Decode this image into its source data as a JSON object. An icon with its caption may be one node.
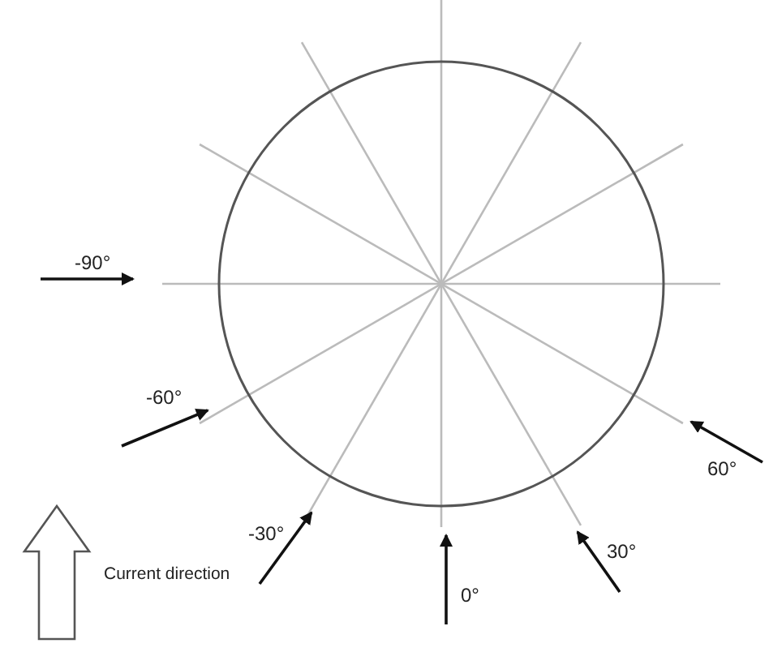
{
  "diagram": {
    "labels": [
      "-90°",
      "-60°",
      "-30°",
      "Current direction",
      "0°",
      "30°",
      "60°"
    ]
  }
}
